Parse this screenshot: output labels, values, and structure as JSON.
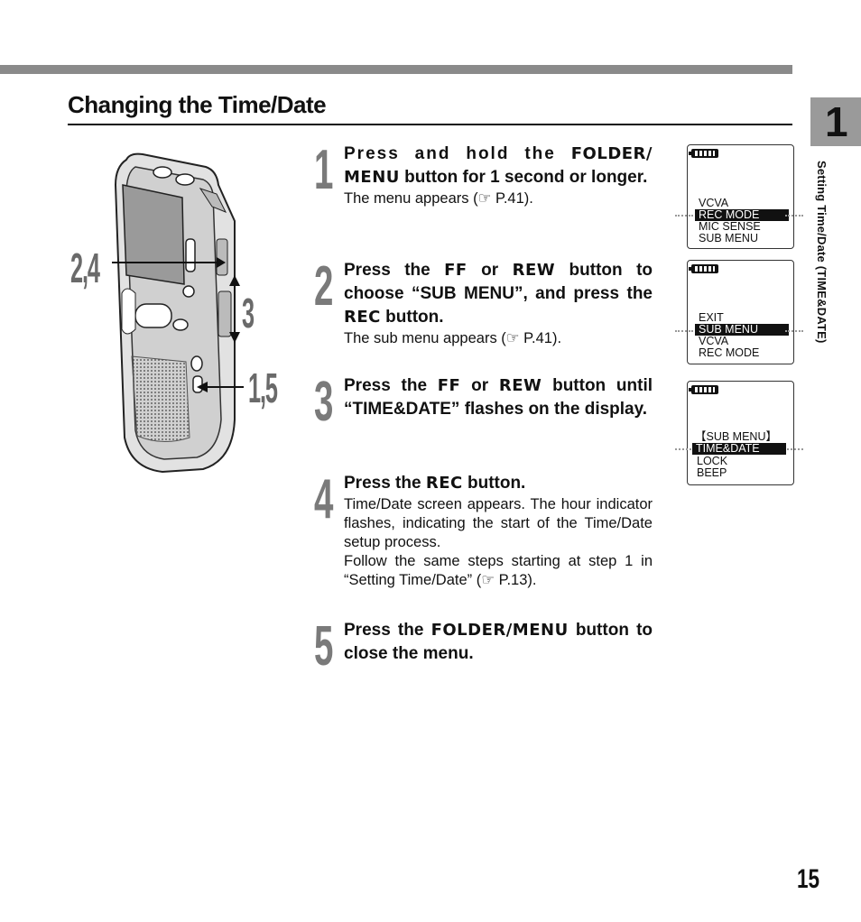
{
  "page": {
    "title": "Changing the Time/Date",
    "chapter_number": "1",
    "side_label": "Setting Time/Date (TIME&DATE)",
    "page_number": "15"
  },
  "callouts": [
    "2,4",
    "3",
    "1,5"
  ],
  "steps": [
    {
      "number": "1",
      "head_parts": [
        "Press and hold the ",
        "FOLDER/ MENU",
        " button for 1 second or longer."
      ],
      "body": "The menu appears (☞ P.41)."
    },
    {
      "number": "2",
      "head_parts": [
        "Press the ",
        "FF",
        " or ",
        "REW",
        " button to choose “SUB MENU”, and press the ",
        "REC",
        " button."
      ],
      "body": "The sub menu appears (☞ P.41)."
    },
    {
      "number": "3",
      "head_parts": [
        "Press the ",
        "FF",
        " or ",
        "REW",
        " button until “TIME&DATE” flashes on the display."
      ],
      "body": ""
    },
    {
      "number": "4",
      "head_parts": [
        "Press the ",
        "REC",
        " button."
      ],
      "body": "Time/Date screen appears. The hour indicator flashes, indicating the start of the Time/Date setup process.",
      "body2": "Follow the same steps starting at step 1 in “Setting Time/Date” (☞ P.13)."
    },
    {
      "number": "5",
      "head_parts": [
        "Press the ",
        "FOLDER/MENU",
        " button to close the menu."
      ],
      "body": ""
    }
  ],
  "displays": [
    {
      "lines": [
        "VCVA",
        "REC MODE",
        "MIC SENSE",
        "SUB MENU"
      ],
      "selected": "REC MODE"
    },
    {
      "lines": [
        "EXIT",
        "SUB MENU",
        "VCVA",
        "REC MODE"
      ],
      "selected": "SUB MENU"
    },
    {
      "lines": [
        "【SUB   MENU】",
        "TIME&DATE",
        "LOCK",
        "BEEP"
      ],
      "selected": "TIME&DATE"
    }
  ]
}
